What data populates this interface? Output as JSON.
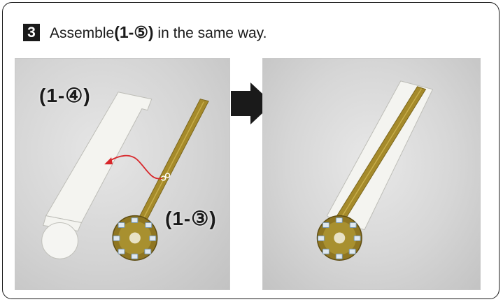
{
  "step": {
    "number": "3"
  },
  "title": {
    "prefix": "Assemble",
    "part": "(1-⑤)",
    "suffix": " in the same way."
  },
  "left_photo": {
    "label_sheet": "(1-④)",
    "label_sensor": "(1-③)"
  },
  "colors": {
    "badge": "#1a1a1a",
    "flex_strip": "#a58a2a",
    "guide_arrow": "#d8262a",
    "sheet": "#f4f4f0"
  },
  "icons": [
    "right-arrow-icon",
    "curved-arrow-icon"
  ]
}
